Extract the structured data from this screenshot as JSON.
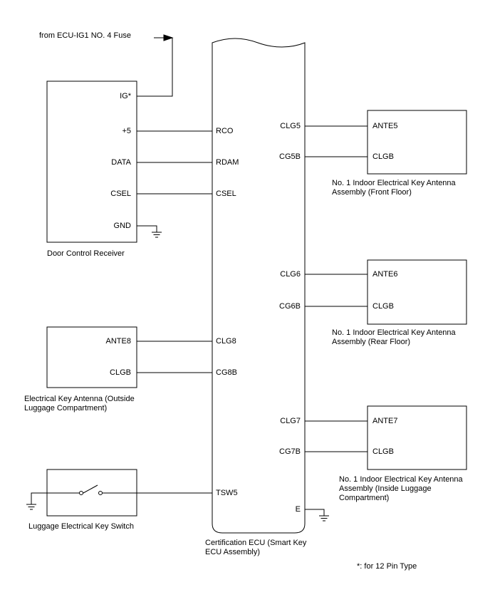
{
  "source": {
    "label": "from ECU-IG1 NO. 4 Fuse"
  },
  "door_control_receiver": {
    "title": "Door Control Receiver",
    "pins": {
      "ig": "IG*",
      "p5": "+5",
      "data": "DATA",
      "csel": "CSEL",
      "gnd": "GND"
    }
  },
  "certification_ecu": {
    "title": "Certification ECU (Smart Key\nECU Assembly)",
    "left_pins": {
      "rco": "RCO",
      "rdam": "RDAM",
      "csel": "CSEL",
      "clg8": "CLG8",
      "cg8b": "CG8B",
      "tsw5": "TSW5"
    },
    "right_pins": {
      "clg5": "CLG5",
      "cg5b": "CG5B",
      "clg6": "CLG6",
      "cg6b": "CG6B",
      "clg7": "CLG7",
      "cg7b": "CG7B",
      "e": "E"
    }
  },
  "antenna_front": {
    "title": "No. 1 Indoor Electrical Key Antenna\nAssembly (Front Floor)",
    "pins": {
      "ante": "ANTE5",
      "clgb": "CLGB"
    }
  },
  "antenna_rear": {
    "title": "No. 1 Indoor Electrical Key Antenna\nAssembly (Rear Floor)",
    "pins": {
      "ante": "ANTE6",
      "clgb": "CLGB"
    }
  },
  "antenna_inside": {
    "title": "No. 1 Indoor Electrical Key Antenna\nAssembly (Inside Luggage\nCompartment)",
    "pins": {
      "ante": "ANTE7",
      "clgb": "CLGB"
    }
  },
  "antenna_outside": {
    "title": "Electrical Key Antenna (Outside\nLuggage Compartment)",
    "pins": {
      "ante": "ANTE8",
      "clgb": "CLGB"
    }
  },
  "luggage_switch": {
    "title": "Luggage Electrical Key Switch"
  },
  "footnote": "*: for 12 Pin Type"
}
